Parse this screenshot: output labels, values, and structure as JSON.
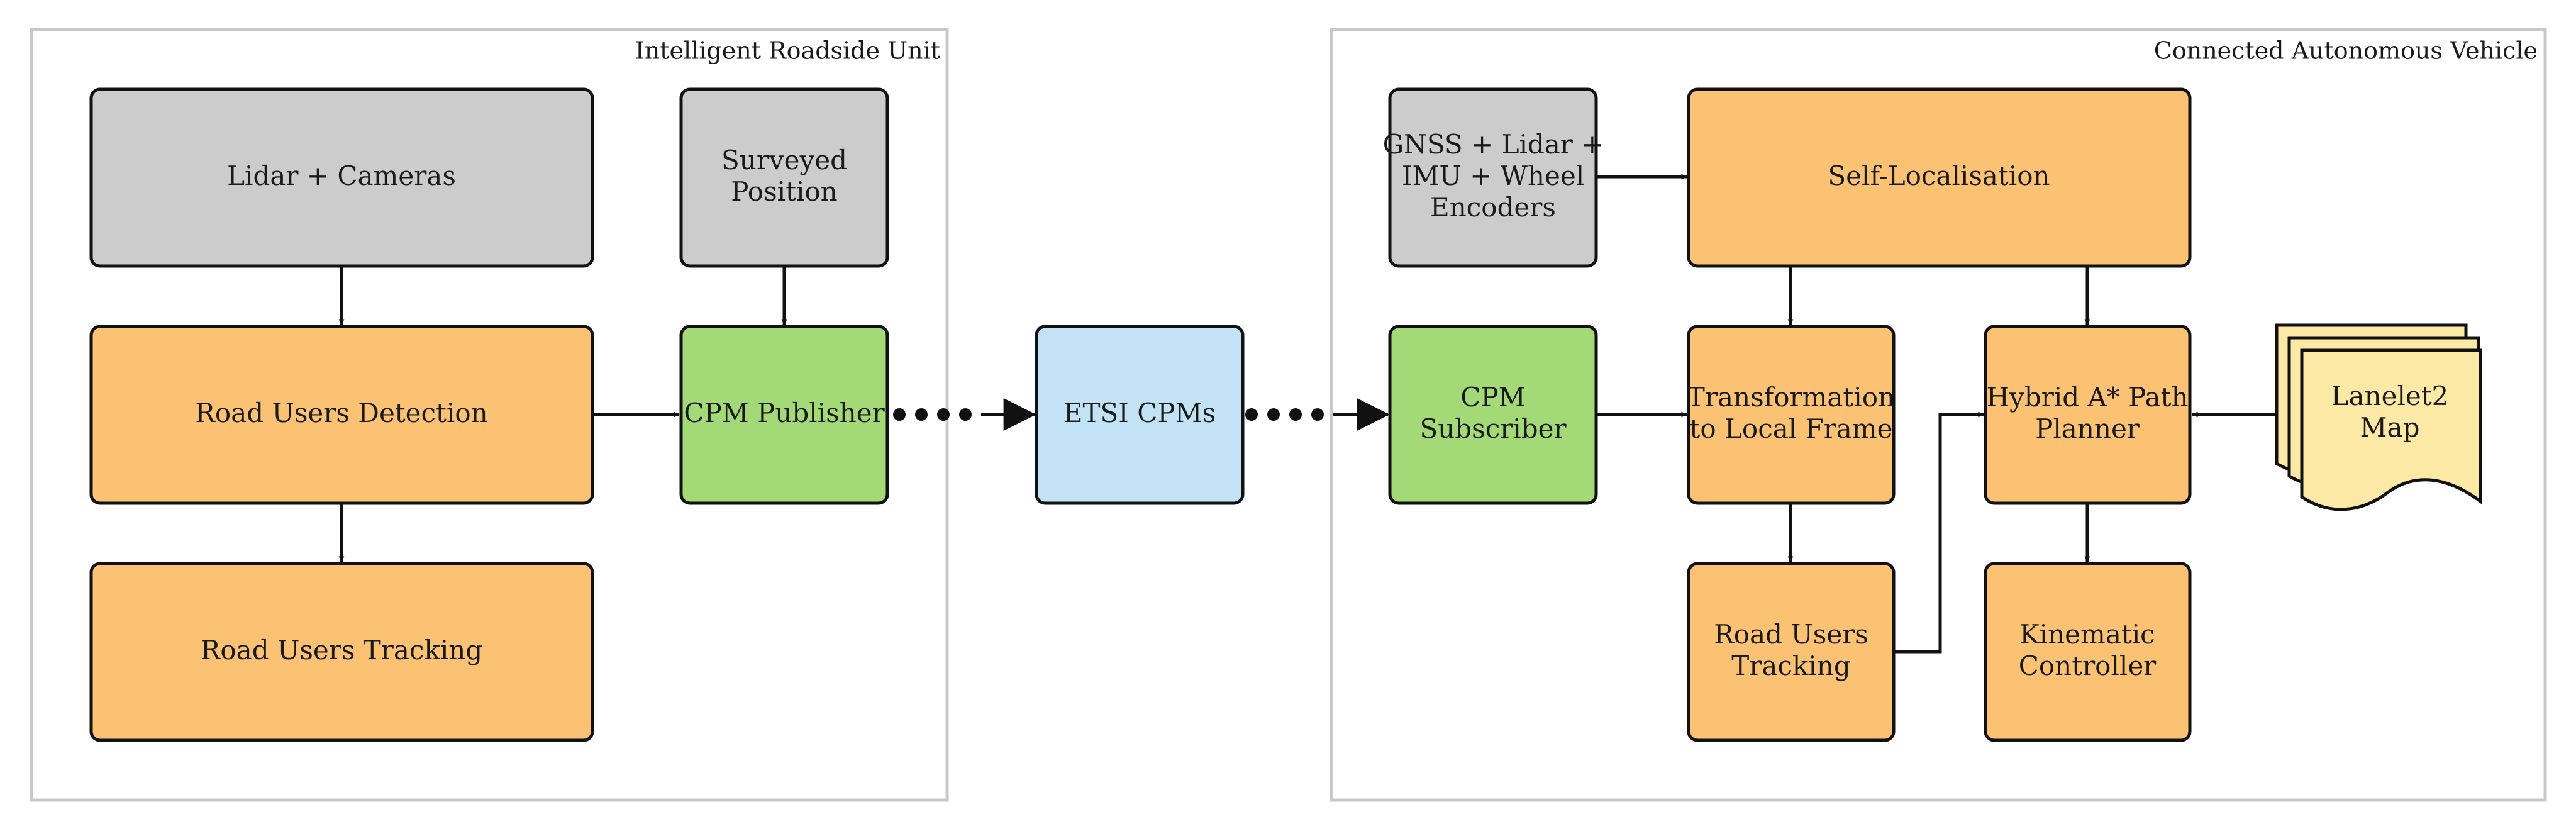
{
  "panels": {
    "irsu": {
      "title": "Intelligent Roadside Unit"
    },
    "cav": {
      "title": "Connected Autonomous Vehicle"
    }
  },
  "nodes": {
    "lidar_cameras": {
      "lines": [
        "Lidar + Cameras"
      ]
    },
    "surveyed_position": {
      "lines": [
        "Surveyed",
        "Position"
      ]
    },
    "road_users_detection": {
      "lines": [
        "Road Users Detection"
      ]
    },
    "cpm_publisher": {
      "lines": [
        "CPM Publisher"
      ]
    },
    "road_users_tracking_irsu": {
      "lines": [
        "Road Users Tracking"
      ]
    },
    "etsi_cpms": {
      "lines": [
        "ETSI CPMs"
      ]
    },
    "gnss_sensors": {
      "lines": [
        "GNSS + Lidar +",
        "IMU + Wheel",
        "Encoders"
      ]
    },
    "self_localisation": {
      "lines": [
        "Self-Localisation"
      ]
    },
    "cpm_subscriber": {
      "lines": [
        "CPM",
        "Subscriber"
      ]
    },
    "transformation": {
      "lines": [
        "Transformation",
        "to Local Frame"
      ]
    },
    "hybrid_planner": {
      "lines": [
        "Hybrid A* Path",
        "Planner"
      ]
    },
    "lanelet2_map": {
      "lines": [
        "Lanelet2",
        "Map"
      ]
    },
    "road_users_tracking_cav": {
      "lines": [
        "Road Users",
        "Tracking"
      ]
    },
    "kinematic_controller": {
      "lines": [
        "Kinematic",
        "Controller"
      ]
    }
  },
  "colors": {
    "gray": "#cccccc",
    "orange": "#fcc273",
    "green": "#a3d977",
    "blue": "#c2e3f5",
    "yellow": "#fde9a6"
  }
}
